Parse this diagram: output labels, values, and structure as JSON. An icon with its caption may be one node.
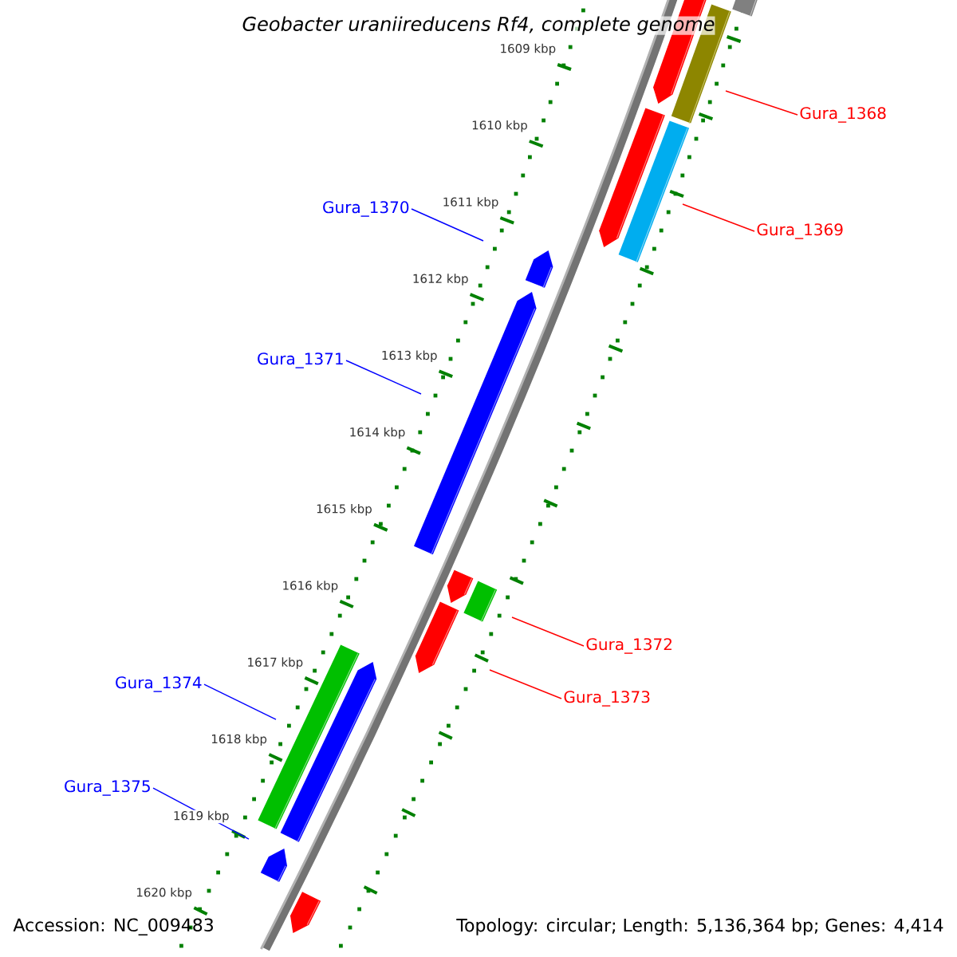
{
  "diagram": {
    "title": "Geobacter uraniireducens Rf4, complete genome",
    "nodes": [
      {
        "text": [
          "Gura_1368"
        ]
      },
      {
        "text": [
          "Gura_1369"
        ]
      },
      {
        "text": [
          "Gura_1370"
        ]
      },
      {
        "text": [
          "Gura_1371"
        ]
      },
      {
        "text": [
          "Gura_1372"
        ]
      },
      {
        "text": [
          "Gura_1373"
        ]
      },
      {
        "text": [
          "Gura_1374"
        ]
      },
      {
        "text": [
          "Gura_1375"
        ]
      }
    ],
    "edges": [
      {
        "from": 0,
        "to": null,
        "arrow": "none",
        "color": "#ff0000"
      },
      {
        "from": 1,
        "to": null,
        "arrow": "none",
        "color": "#ff0000"
      },
      {
        "from": 2,
        "to": null,
        "arrow": "none",
        "color": "#0000ff"
      },
      {
        "from": 3,
        "to": null,
        "arrow": "none",
        "color": "#0000ff"
      },
      {
        "from": 4,
        "to": null,
        "arrow": "none",
        "color": "#ff0000"
      },
      {
        "from": 5,
        "to": null,
        "arrow": "none",
        "color": "#ff0000"
      },
      {
        "from": 6,
        "to": null,
        "arrow": "none",
        "color": "#0000ff"
      },
      {
        "from": 7,
        "to": null,
        "arrow": "none",
        "color": "#0000ff"
      }
    ],
    "labels": [
      "1609 kbp",
      "1610 kbp",
      "1611 kbp",
      "1612 kbp",
      "1613 kbp",
      "1614 kbp",
      "1615 kbp",
      "1616 kbp",
      "1617 kbp",
      "1618 kbp",
      "1619 kbp",
      "1620 kbp",
      "Accession: NC_009483",
      "Topology: circular; Length: 5,136,364 bp; Genes: 4,414"
    ]
  }
}
